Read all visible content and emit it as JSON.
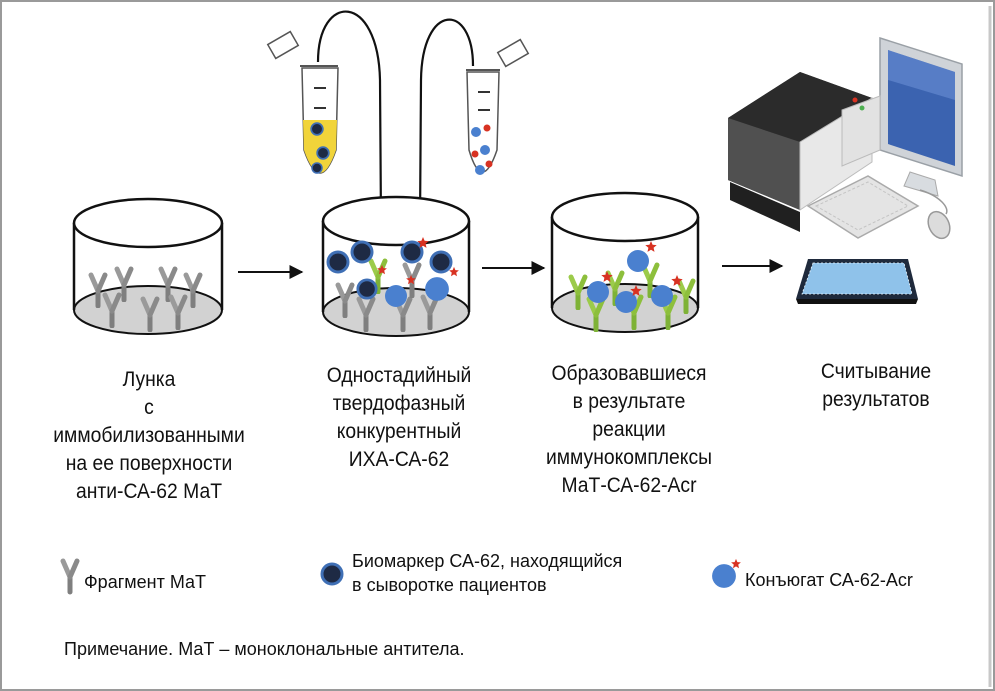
{
  "steps": [
    {
      "label": "Лунка\nс иммобилизованными\nна ее поверхности\nанти-СА-62 МаТ"
    },
    {
      "label": "Одностадийный\nтвердофазный\nконкурентный\nИХА-СА-62"
    },
    {
      "label": "Образовавшиеся\nв результате\nреакции\nиммунокомплексы\nМаТ-СА-62-Acr"
    },
    {
      "label": "Считывание\nрезультатов"
    }
  ],
  "legend": {
    "fragment": "Фрагмент МаТ",
    "biomarker": "Биомаркер СА-62, находящийся\nв сыворотке пациентов",
    "conjugate": "Конъюгат СА-62-Acr"
  },
  "note": "Примечание. МаТ – моноклональные антитела.",
  "colors": {
    "antibody_gray": "#8a8a8a",
    "antibody_green": "#8dbf3c",
    "biomarker_fill": "#1e2a44",
    "biomarker_ring": "#3f6fb5",
    "conjugate_fill": "#4a80cf",
    "acr_star": "#d83222",
    "sample_yellow": "#f1d43a",
    "well_floor": "#d2d2d2"
  }
}
